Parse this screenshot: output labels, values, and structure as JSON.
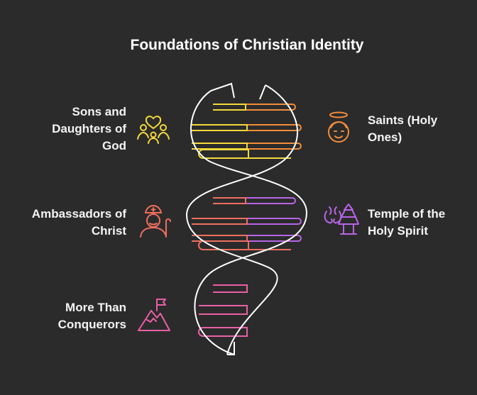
{
  "title": "Foundations of Christian Identity",
  "items": [
    {
      "label": "Sons and\nDaughters of\nGod",
      "icon": "family-heart-icon",
      "color": "#f5d83c"
    },
    {
      "label": "Saints (Holy\nOnes)",
      "icon": "saint-halo-icon",
      "color": "#f28c3a"
    },
    {
      "label": "Ambassadors of\nChrist",
      "icon": "ambassador-bishop-icon",
      "color": "#ef6f5e"
    },
    {
      "label": "Temple of the\nHoly Spirit",
      "icon": "temple-icon",
      "color": "#b864e6"
    },
    {
      "label": "More Than\nConquerors",
      "icon": "mountain-flag-icon",
      "color": "#ea5fa6"
    }
  ]
}
